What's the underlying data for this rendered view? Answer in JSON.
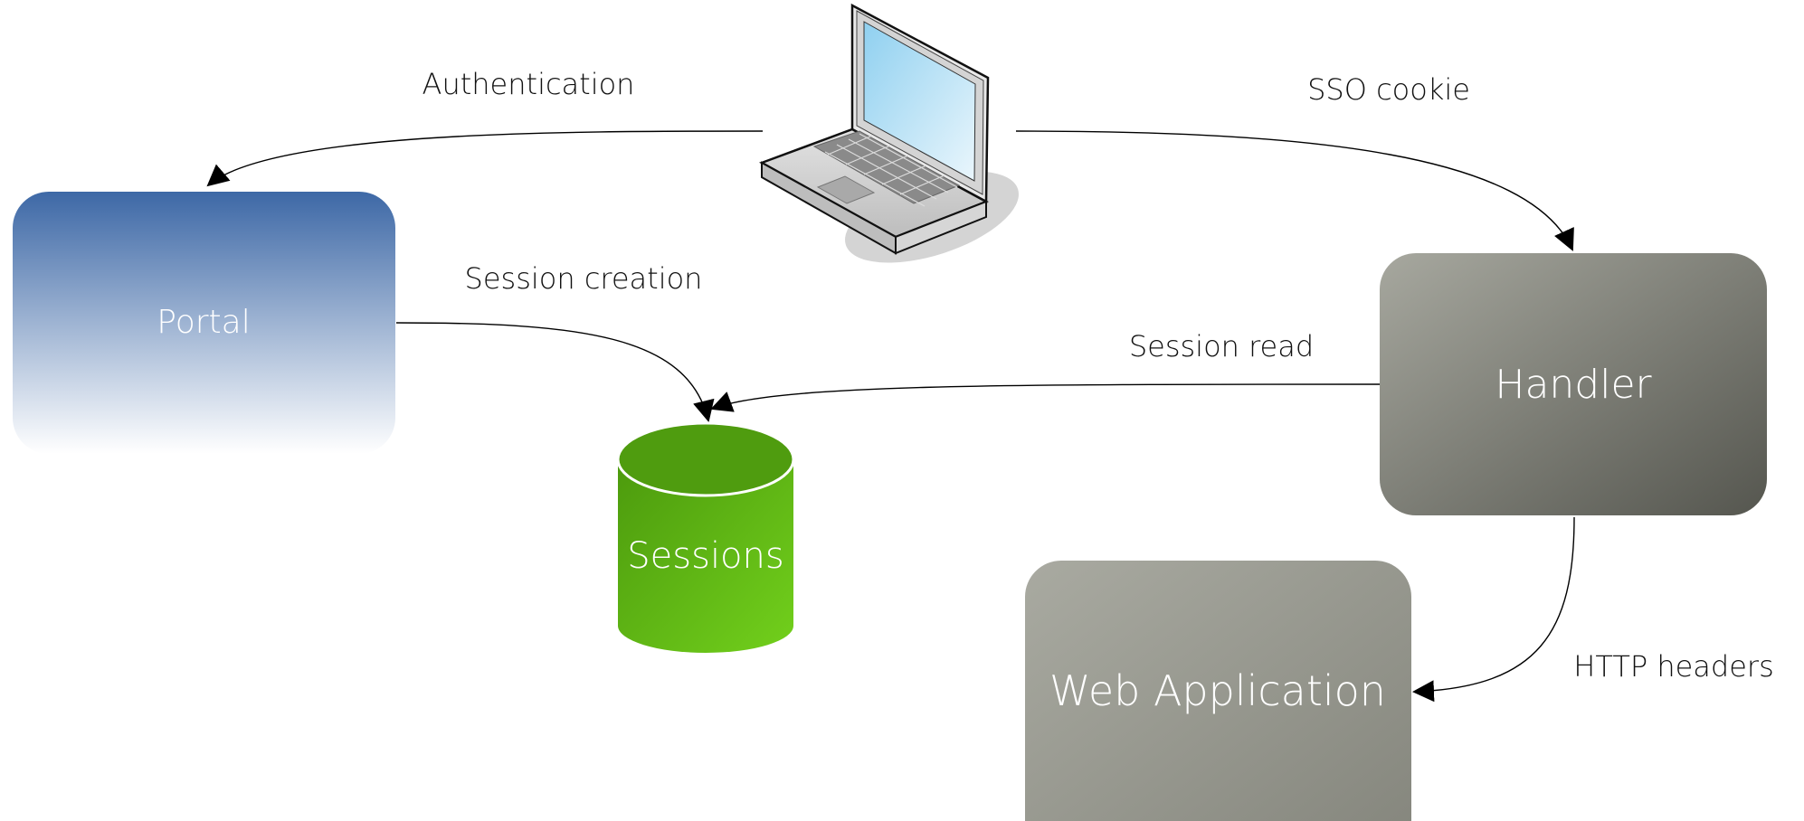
{
  "nodes": {
    "portal": {
      "label": "Portal",
      "gradient": [
        "#3d68a6",
        "#ffffff"
      ]
    },
    "sessions": {
      "label": "Sessions",
      "colors": [
        "#4c9a0d",
        "#6fcc1a"
      ]
    },
    "handler": {
      "label": "Handler",
      "colors": [
        "#a7a89f",
        "#55564f"
      ]
    },
    "web_app": {
      "label": "Web Application",
      "colors": [
        "#a9aaa1",
        "#84857c"
      ]
    },
    "client": {
      "icon": "laptop-icon"
    }
  },
  "edges": {
    "authentication": "Authentication",
    "sso_cookie": "SSO cookie",
    "session_creation": "Session creation",
    "session_read": "Session read",
    "http_headers": "HTTP headers"
  }
}
